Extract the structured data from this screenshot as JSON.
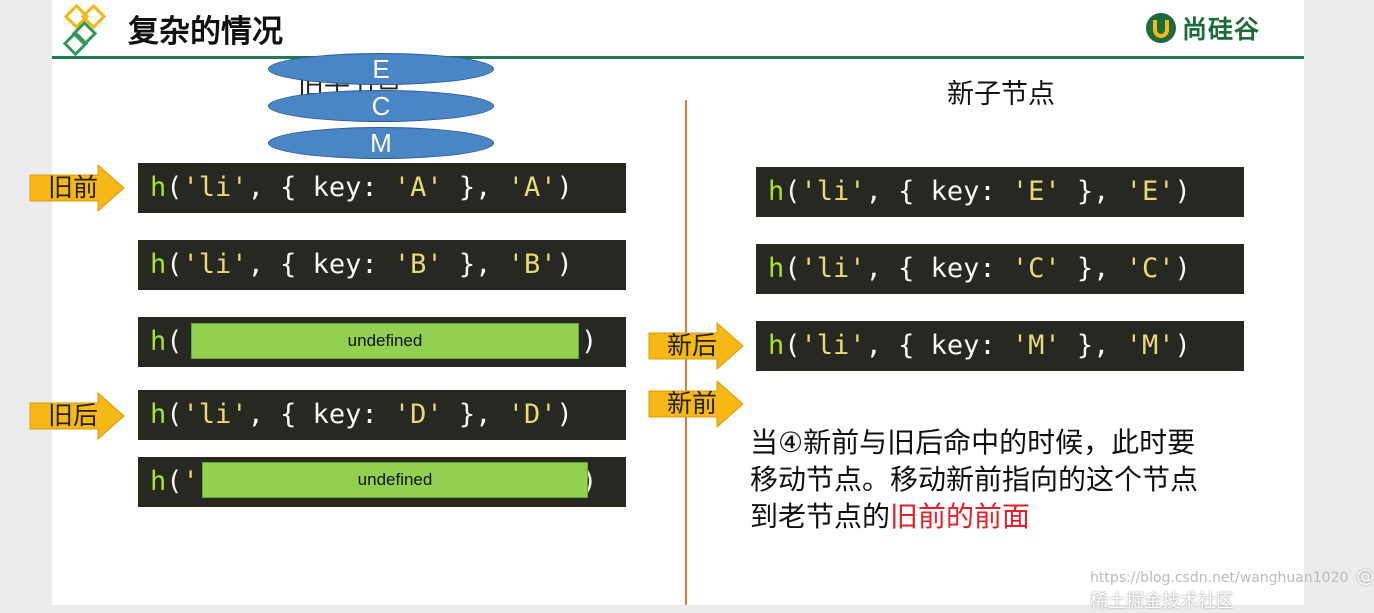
{
  "slide": {
    "title": "复杂的情况",
    "brand": "尚硅谷",
    "colors": {
      "header_line": "#1f7a55",
      "divider": "#e07a3e",
      "code_bg": "#272822",
      "cover": "#92d050",
      "ellipse": "#4a86c6",
      "highlight": "#e0202a",
      "arrow": "#f6b817"
    }
  },
  "old": {
    "heading": "旧子节点",
    "removed_ellipses": [
      "E",
      "C",
      "M"
    ],
    "rows": [
      {
        "fn": "h",
        "p1": "(",
        "s1": "'li'",
        "p2": ", { key: ",
        "s2": "'A'",
        "p3": " }, ",
        "s3": "'A'",
        "p4": ")"
      },
      {
        "fn": "h",
        "p1": "(",
        "s1": "'li'",
        "p2": ", { key: ",
        "s2": "'B'",
        "p3": " }, ",
        "s3": "'B'",
        "p4": ")"
      },
      {
        "fn": "h",
        "p1": "(",
        "s1": "",
        "p2": "",
        "s2": "",
        "p3": "",
        "s3": "",
        "p4": ")",
        "cover": "undefined"
      },
      {
        "fn": "h",
        "p1": "(",
        "s1": "'li'",
        "p2": ", { key: ",
        "s2": "'D'",
        "p3": " }, ",
        "s3": "'D'",
        "p4": ")"
      },
      {
        "fn": "h",
        "p1": "(",
        "s1": "'",
        "p2": "",
        "s2": "",
        "p3": "",
        "s3": "",
        "p4": ")",
        "cover": "undefined"
      }
    ],
    "pointers": {
      "old_start": "旧前",
      "old_end": "旧后"
    }
  },
  "new": {
    "heading": "新子节点",
    "rows": [
      {
        "fn": "h",
        "p1": "(",
        "s1": "'li'",
        "p2": ", { key: ",
        "s2": "'E'",
        "p3": " }, ",
        "s3": "'E'",
        "p4": ")"
      },
      {
        "fn": "h",
        "p1": "(",
        "s1": "'li'",
        "p2": ", { key: ",
        "s2": "'C'",
        "p3": " }, ",
        "s3": "'C'",
        "p4": ")"
      },
      {
        "fn": "h",
        "p1": "(",
        "s1": "'li'",
        "p2": ", { key: ",
        "s2": "'M'",
        "p3": " }, ",
        "s3": "'M'",
        "p4": ")"
      }
    ],
    "pointers": {
      "new_end": "新后",
      "new_start": "新前"
    }
  },
  "description": {
    "main": "当④新前与旧后命中的时候，此时要移动节点。移动新前指向的这个节点到老节点的",
    "highlight": "旧前的前面"
  },
  "watermark": {
    "url": "https://blog.csdn.net/wanghuan1020",
    "brand": "@稀土掘金技术社区"
  }
}
